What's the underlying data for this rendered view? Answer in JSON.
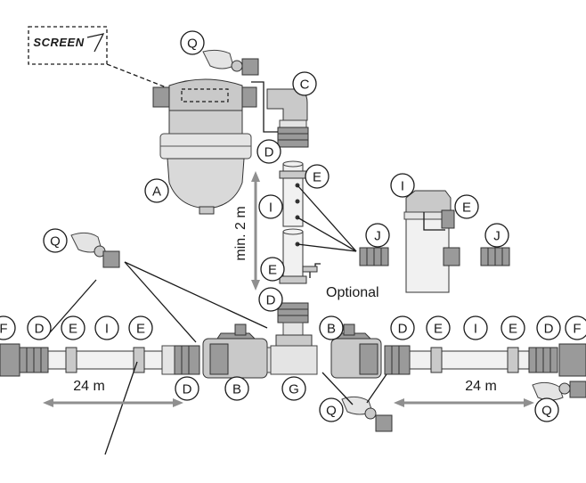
{
  "screen_logo": "SCREEN",
  "labels": {
    "A": "A",
    "B": "B",
    "C": "C",
    "D": "D",
    "E": "E",
    "F": "F",
    "G": "G",
    "I": "I",
    "J": "J",
    "Q": "Q"
  },
  "text": {
    "min_height": "min. 2 m",
    "optional": "Optional",
    "distance_left": "24 m",
    "distance_right": "24 m"
  }
}
